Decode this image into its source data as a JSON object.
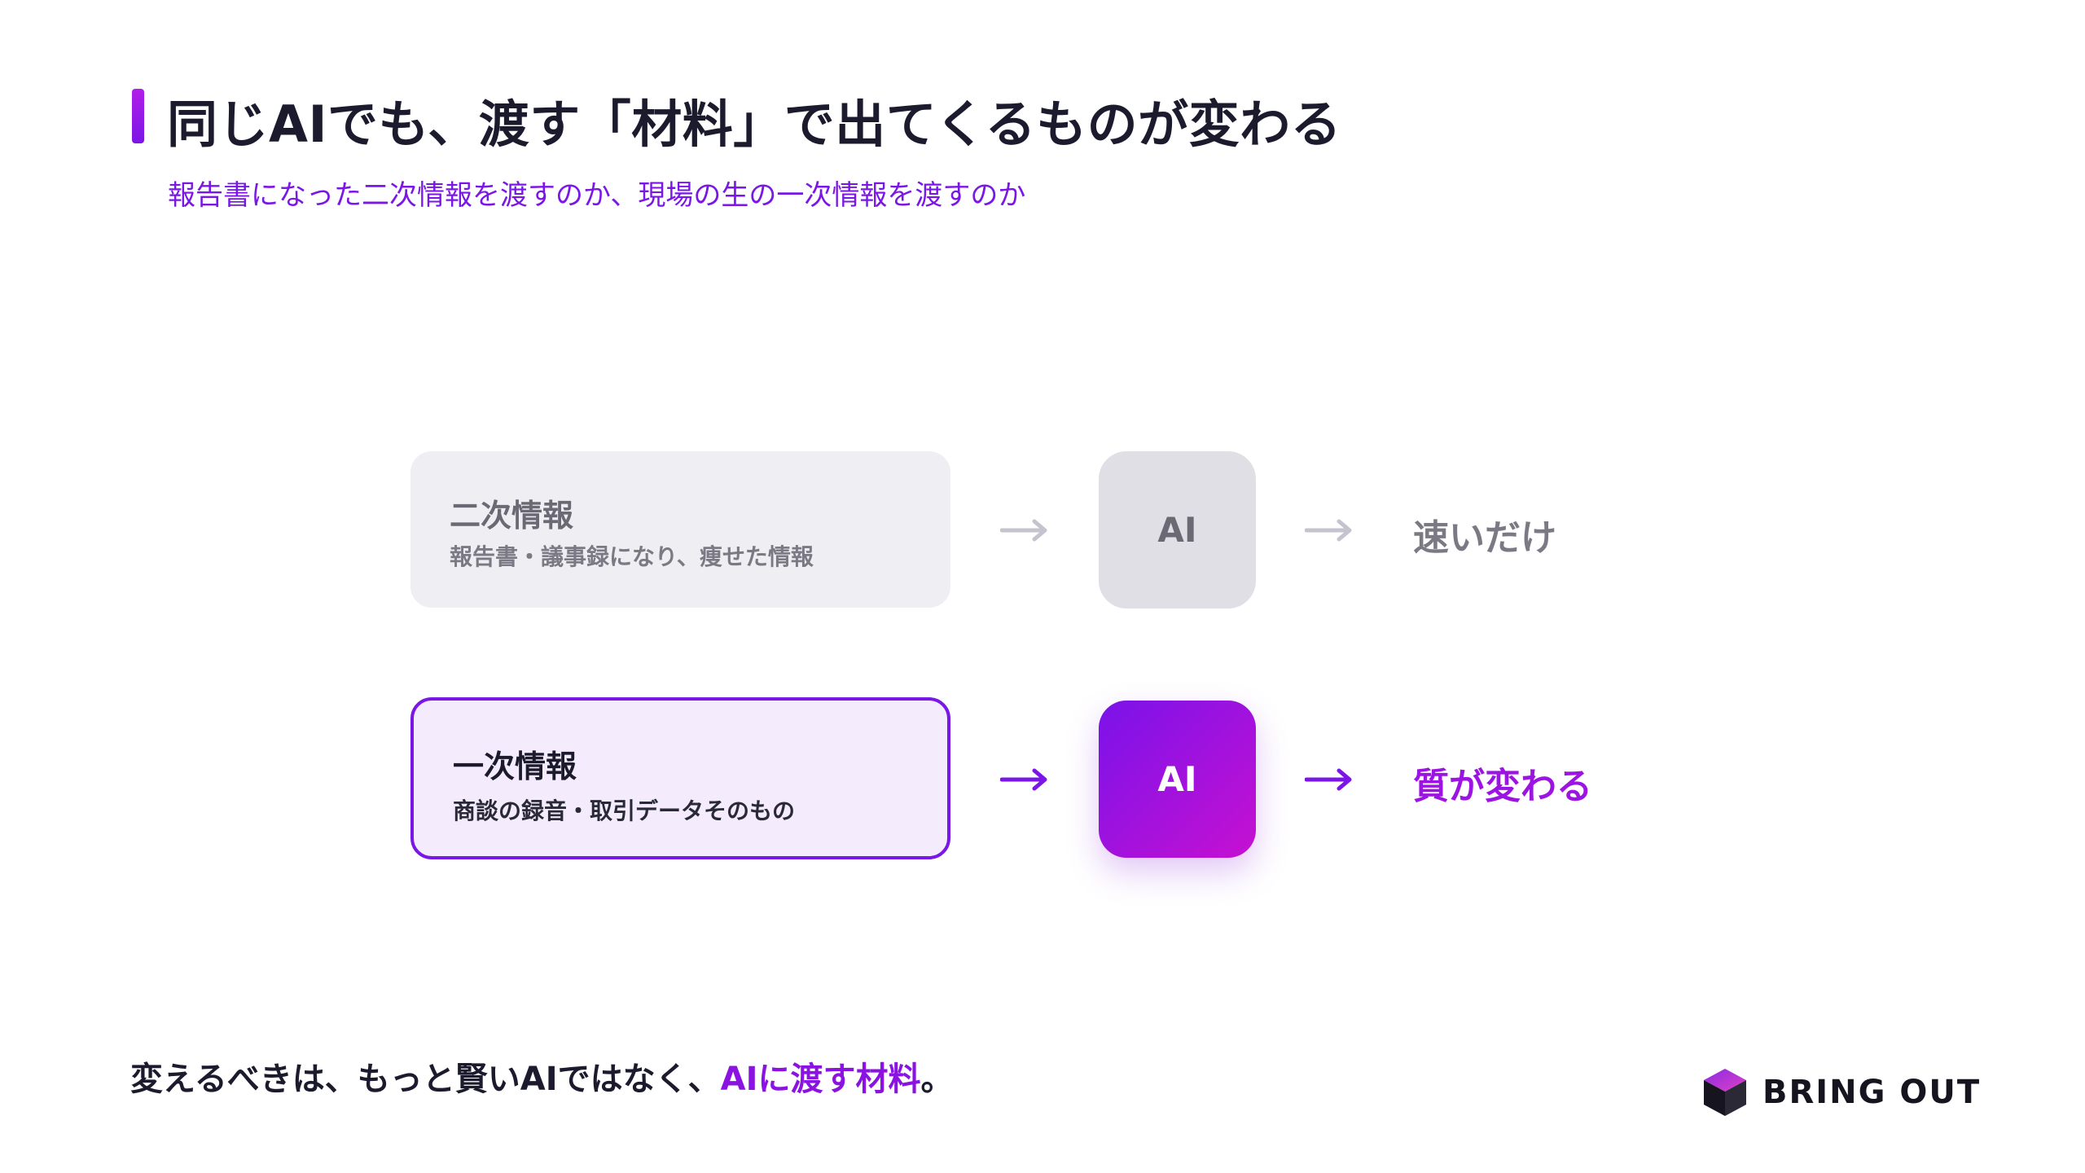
{
  "header": {
    "title": "同じAIでも、渡す「材料」で出てくるものが変わる",
    "subtitle": "報告書になった二次情報を渡すのか、現場の生の一次情報を渡すのか"
  },
  "rows": [
    {
      "card_title": "二次情報",
      "card_desc": "報告書・議事録になり、痩せた情報",
      "ai_label": "AI",
      "result": "速いだけ"
    },
    {
      "card_title": "一次情報",
      "card_desc": "商談の録音・取引データそのもの",
      "ai_label": "AI",
      "result": "質が変わる"
    }
  ],
  "footer": {
    "text_plain": "変えるべきは、もっと賢いAIではなく、",
    "text_highlight": "AIに渡す材料",
    "text_end": "。"
  },
  "logo": {
    "text": "BRING OUT",
    "icon": "cube-icon"
  },
  "colors": {
    "accent": "#7a16e6",
    "accent_magenta": "#c611d0",
    "muted": "#7b7a84",
    "dark": "#1c1b2e"
  }
}
